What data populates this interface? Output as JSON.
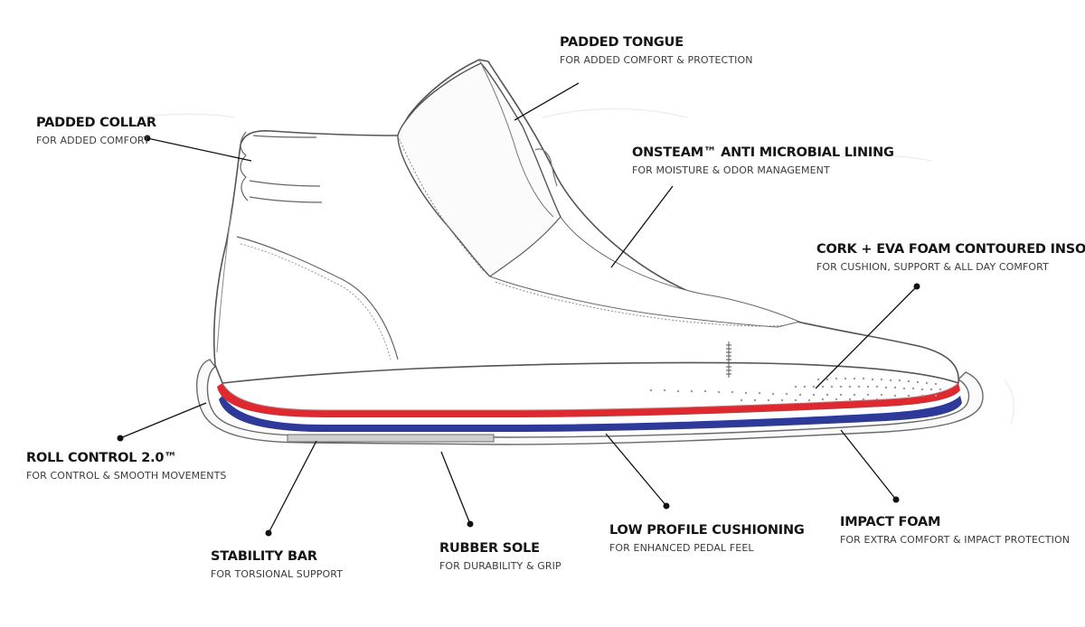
{
  "callouts": {
    "padded_tongue": {
      "title": "PADDED TONGUE",
      "subtitle": "FOR ADDED COMFORT & PROTECTION"
    },
    "padded_collar": {
      "title": "PADDED COLLAR",
      "subtitle": "FOR ADDED COMFORT"
    },
    "anti_microbial_lining": {
      "title": "ONSTEAM™ ANTI MICROBIAL LINING",
      "subtitle": "FOR MOISTURE & ODOR MANAGEMENT"
    },
    "insole": {
      "title": "CORK + EVA FOAM CONTOURED INSOLE",
      "subtitle": "FOR CUSHION, SUPPORT & ALL DAY COMFORT"
    },
    "roll_control": {
      "title": "ROLL CONTROL 2.0™",
      "subtitle": "FOR CONTROL & SMOOTH MOVEMENTS"
    },
    "stability_bar": {
      "title": "STABILITY BAR",
      "subtitle": "FOR TORSIONAL SUPPORT"
    },
    "rubber_sole": {
      "title": "RUBBER SOLE",
      "subtitle": "FOR DURABILITY & GRIP"
    },
    "low_profile_cushioning": {
      "title": "LOW PROFILE CUSHIONING",
      "subtitle": "FOR ENHANCED PEDAL FEEL"
    },
    "impact_foam": {
      "title": "IMPACT FOAM",
      "subtitle": "FOR EXTRA COMFORT & IMPACT PROTECTION"
    }
  },
  "colors": {
    "cushion_layer": "#e0282e",
    "foam_layer": "#2e3a9a",
    "outline": "#555555",
    "leader": "#111111"
  }
}
